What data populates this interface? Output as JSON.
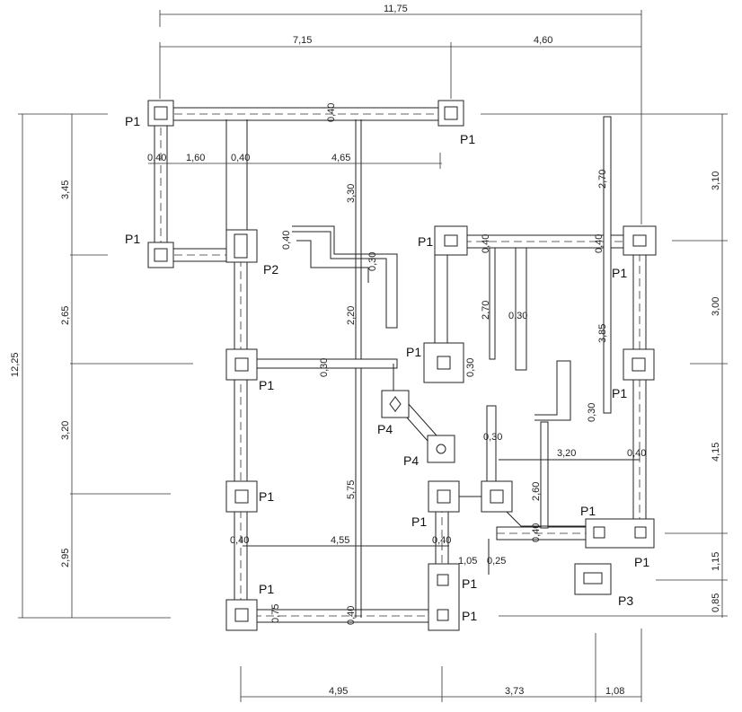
{
  "pillars": {
    "p1": "P1",
    "p2": "P2",
    "p3": "P3",
    "p4": "P4"
  },
  "dimensions": {
    "top_total": "11,75",
    "top_left": "7,15",
    "top_right": "4,60",
    "left_total": "12,25",
    "left_segments": [
      "3,45",
      "2,65",
      "3,20",
      "2,95"
    ],
    "right_segments": [
      "3,10",
      "3,00",
      "4,15",
      "1,15",
      "0,85"
    ],
    "bottom_segments": [
      "4,95",
      "3,73",
      "1,08"
    ],
    "inner": {
      "d040": "0,40",
      "d160": "1,60",
      "d465": "4,65",
      "d330": "3,30",
      "d270": "2,70",
      "d220": "2,20",
      "d030": "0,30",
      "d385": "3,85",
      "d575": "5,75",
      "d455": "4,55",
      "d320": "3,20",
      "d260": "2,60",
      "d105": "1,05",
      "d025": "0,25",
      "d075": "0,75"
    }
  }
}
